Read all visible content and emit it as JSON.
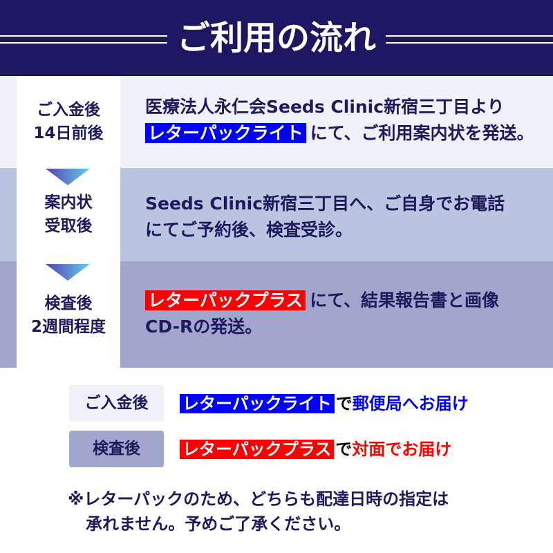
{
  "header": {
    "title": "ご利用の流れ"
  },
  "steps": [
    {
      "label_line1": "ご入金後",
      "label_line2": "14日前後",
      "text_line1": "医療法人永仁会Seeds Clinic新宿三丁目より",
      "highlight": "レターパックライト",
      "text_line2": "にて、ご利用案内状を発送。"
    },
    {
      "label_line1": "案内状",
      "label_line2": "受取後",
      "text_line1": "Seeds Clinic新宿三丁目へ、ご自身でお電話",
      "text_line2": "にてご予約後、検査受診。"
    },
    {
      "label_line1": "検査後",
      "label_line2": "2週間程度",
      "highlight": "レターパックプラス",
      "text_line1": "にて、結果報告書と画像",
      "text_line2": "CD-Rの発送。"
    }
  ],
  "legend": [
    {
      "label": "ご入金後",
      "service": "レターパックライト",
      "particle": "で",
      "desc": "郵便局へお届け",
      "color": "#0000ff"
    },
    {
      "label": "検査後",
      "service": "レターパックプラス",
      "particle": "で",
      "desc": "対面でお届け",
      "color": "#ff0000"
    }
  ],
  "note": {
    "line1": "※レターパックのため、どちらも配達日時の指定は",
    "line2": "承れません。予めご了承ください。"
  },
  "colors": {
    "navy": "#1c1760",
    "row1": "#eff0f8",
    "row2": "#bcc5e0",
    "row3": "#a0a6cc"
  }
}
